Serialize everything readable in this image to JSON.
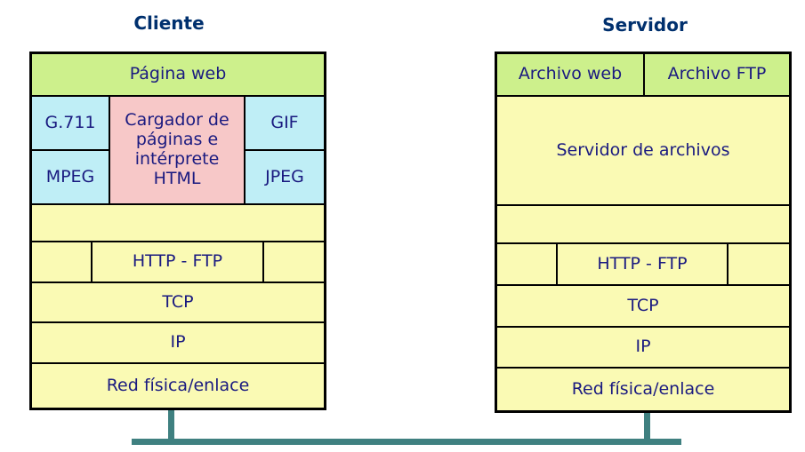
{
  "client": {
    "title": "Cliente",
    "web_page": "Página web",
    "g711": "G.711",
    "mpeg": "MPEG",
    "loader": "Cargador de páginas e intérprete HTML",
    "gif": "GIF",
    "jpeg": "JPEG",
    "app_protocol": "HTTP - FTP",
    "tcp": "TCP",
    "ip": "IP",
    "network": "Red física/enlace"
  },
  "server": {
    "title": "Servidor",
    "web_file": "Archivo web",
    "ftp_file": "Archivo FTP",
    "file_server": "Servidor de archivos",
    "app_protocol": "HTTP - FTP",
    "tcp": "TCP",
    "ip": "IP",
    "network": "Red física/enlace"
  },
  "colors": {
    "layer_yellow": "#fafab4",
    "app_green": "#cdf08c",
    "codec_blue": "#bfeef6",
    "loader_pink": "#f7c8c8",
    "network_line": "#3f8080",
    "title_text": "#00306e",
    "label_text": "#1a1a80"
  }
}
